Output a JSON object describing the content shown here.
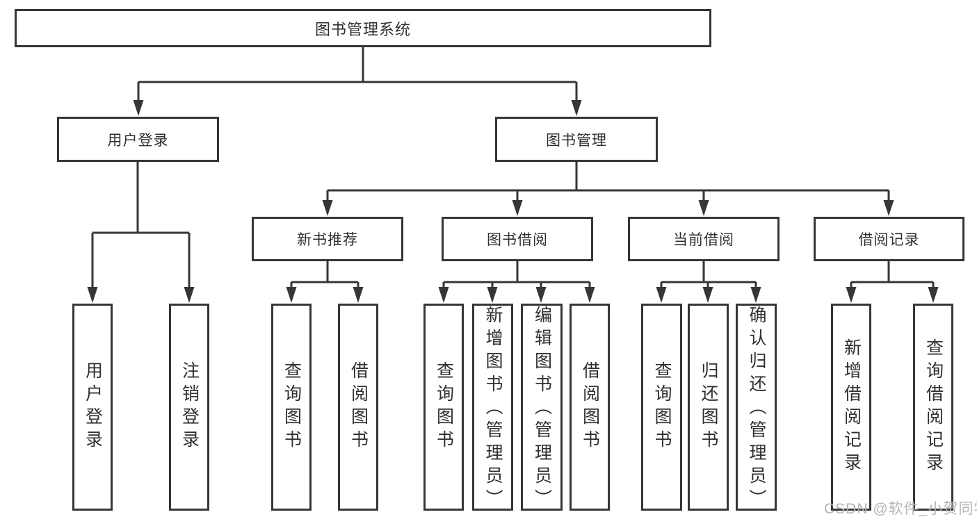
{
  "diagram": {
    "title": "图书管理系统",
    "level2": {
      "user_login": "用户登录",
      "book_mgmt": "图书管理"
    },
    "level3": {
      "new_book_rec": "新书推荐",
      "book_borrow": "图书借阅",
      "current_borrow": "当前借阅",
      "borrow_record": "借阅记录"
    },
    "leaves": {
      "login_user_login": "用户登录",
      "login_logout": "注销登录",
      "rec_query_book": "查询图书",
      "rec_borrow_book": "借阅图书",
      "bb_query_book": "查询图书",
      "bb_add_book": "新增图书（管理员）",
      "bb_edit_book": "编辑图书（管理员）",
      "bb_borrow_book": "借阅图书",
      "cb_query_book": "查询图书",
      "cb_return_book": "归还图书",
      "cb_confirm_return": "确认归还（管理员）",
      "br_add_record": "新增借阅记录",
      "br_query_record": "查询借阅记录"
    },
    "watermark": "CSDN @软件_小贺同学",
    "colors": {
      "line": "#363636",
      "text": "#2f2f2f",
      "background": "#ffffff",
      "watermark": "#b4b4b4"
    }
  }
}
